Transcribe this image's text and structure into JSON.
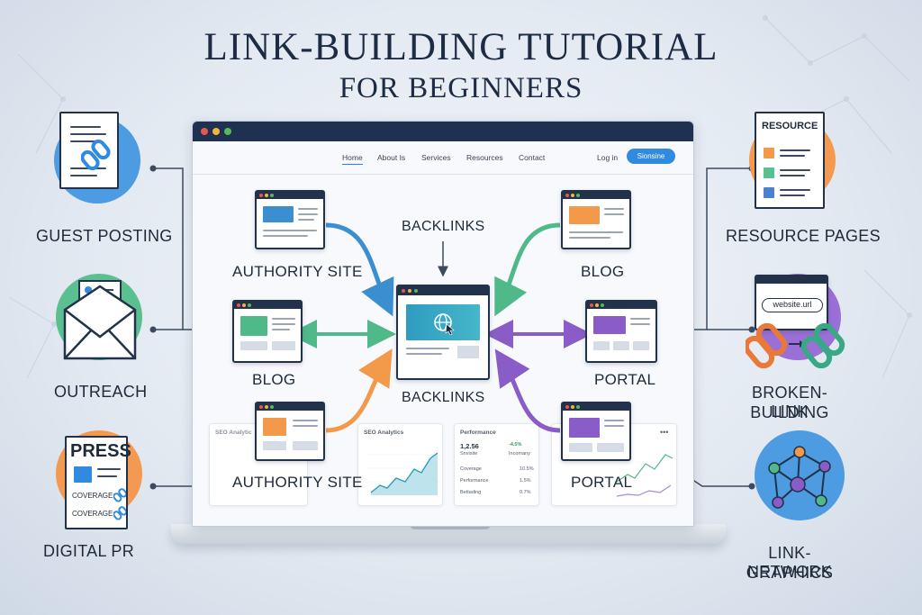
{
  "title": {
    "line1": "LINK-BUILDING TUTORIAL",
    "line2": "FOR BEGINNERS"
  },
  "screen": {
    "nav": [
      "Home",
      "About Is",
      "Services",
      "Resources",
      "Contact"
    ],
    "login": "Log in",
    "signin": "Sionsine"
  },
  "diagram": {
    "top_label": "BACKLINKS",
    "center_label": "BACKLINKS",
    "nodes": {
      "authority_top": "AUTHORITY SITE",
      "blog_left": "BLOG",
      "authority_bottom": "AUTHORITY SITE",
      "blog_right": "BLOG",
      "portal_right": "PORTAL",
      "portal_bottom": "PORTAL"
    }
  },
  "side": {
    "guest_posting": "GUEST POSTING",
    "outreach": "OUTREACH",
    "digital_pr": "DIGITAL PR",
    "press": "PRESS",
    "coverage": "COVERAGE",
    "resource_pages": "RESOURCE PAGES",
    "resource": "RESOURCE",
    "broken_link_1": "BROKEN-LINK",
    "broken_link_2": "BUILDING",
    "website_url": "website.url",
    "link_network_1": "LINK-NETWORK",
    "link_network_2": "GRAPHICS"
  },
  "dashboard": {
    "seo_analytics_left": "SEO Analytic",
    "seo_analytics": "SEO Analytics",
    "performance": "Performance",
    "perf_value": "1,2.56",
    "perf_sub": "Snvisite",
    "perf_delta": "-4.5%",
    "perf_delta_sub": "Incomany",
    "rows": [
      {
        "label": "Coverage",
        "value": "10.5%"
      },
      {
        "label": "Performance",
        "value": "1.5%"
      },
      {
        "label": "Bettading",
        "value": "0.7%"
      }
    ]
  },
  "colors": {
    "navy": "#1e3150",
    "blue": "#2f8ae0",
    "green": "#4fb98a",
    "orange": "#f2994a",
    "purple": "#8a5cc7",
    "circle_blue": "#4d9be0",
    "circle_green": "#5bc08f",
    "circle_orange": "#f29a52",
    "circle_purple": "#9a6fd6"
  }
}
